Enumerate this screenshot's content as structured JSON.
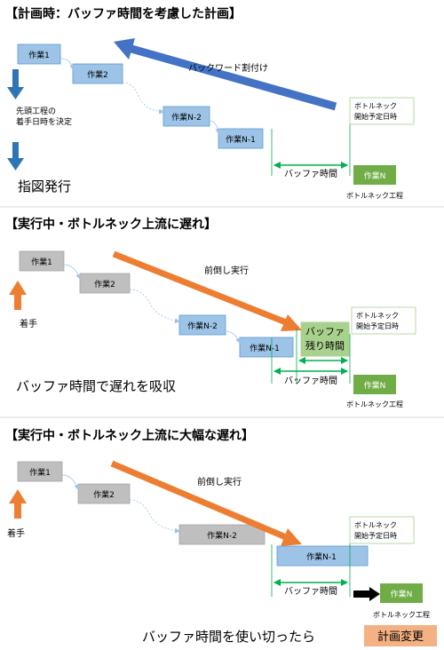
{
  "colors": {
    "blue_box": "#9dc3e6",
    "blue_box_border": "#5b9bd5",
    "gray_box": "#bfbfbf",
    "gray_box_border": "#a6a6a6",
    "green_box": "#70ad47",
    "light_green_box": "#a9d18e",
    "green_line": "#00b050",
    "blue_arrow": "#4472c4",
    "down_arrow": "#2e75b6",
    "orange_arrow": "#ed7d31",
    "plan_change_bg": "#f4b183",
    "divider": "#d9d9d9"
  },
  "section1": {
    "title": "【計画時：バッファ時間を考慮した計画】",
    "task1": "作業1",
    "task2": "作業2",
    "task_n2": "作業N-2",
    "task_n1": "作業N-1",
    "task_n": "作業N",
    "backward_label": "バックワード割付け",
    "left_text_line1": "先頭工程の",
    "left_text_line2": "着手日時を決定",
    "instruction": "指図発行",
    "bottleneck_start_line1": "ボトルネック",
    "bottleneck_start_line2": "開始予定日時",
    "buffer_label": "バッファ時間",
    "bottleneck_process": "ボトルネック工程"
  },
  "section2": {
    "title": "【実行中・ボトルネック上流に遅れ】",
    "task1": "作業1",
    "task2": "作業2",
    "task_n2": "作業N-2",
    "task_n1": "作業N-1",
    "task_n": "作業N",
    "forward_label": "前倒し実行",
    "start_label": "着手",
    "buffer_remaining_line1": "バッファ",
    "buffer_remaining_line2": "残り時間",
    "bottleneck_start_line1": "ボトルネック",
    "bottleneck_start_line2": "開始予定日時",
    "buffer_label": "バッファ時間",
    "bottleneck_process": "ボトルネック工程",
    "absorb_text": "バッファ時間で遅れを吸収"
  },
  "section3": {
    "title": "【実行中・ボトルネック上流に大幅な遅れ】",
    "task1": "作業1",
    "task2": "作業2",
    "task_n2": "作業N-2",
    "task_n1": "作業N-1",
    "task_n": "作業N",
    "forward_label": "前倒し実行",
    "start_label": "着手",
    "bottleneck_start_line1": "ボトルネック",
    "bottleneck_start_line2": "開始予定日時",
    "buffer_label": "バッファ時間",
    "bottleneck_process": "ボトルネック工程",
    "used_up_text": "バッファ時間を使い切ったら",
    "plan_change": "計画変更"
  }
}
